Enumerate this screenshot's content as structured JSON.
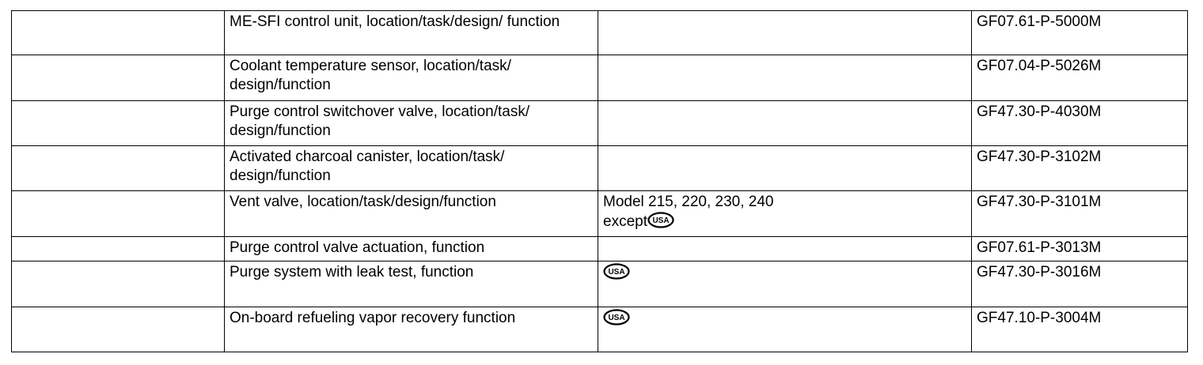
{
  "rows": [
    {
      "col1": "",
      "description": "ME-SFI control unit, location/task/design/ function",
      "note": "",
      "note_icon": null,
      "reference": "GF07.61-P-5000M"
    },
    {
      "col1": "",
      "description": "Coolant temperature sensor, location/task/ design/function",
      "note": "",
      "note_icon": null,
      "reference": "GF07.04-P-5026M"
    },
    {
      "col1": "",
      "description": "Purge control switchover valve, location/task/ design/function",
      "note": "",
      "note_icon": null,
      "reference": "GF47.30-P-4030M"
    },
    {
      "col1": "",
      "description": "Activated charcoal canister, location/task/ design/function",
      "note": "",
      "note_icon": null,
      "reference": "GF47.30-P-3102M"
    },
    {
      "col1": "",
      "description": "Vent valve, location/task/design/function",
      "note_line1": "Model 215, 220, 230, 240",
      "note_line2": "except",
      "note_icon": "usa-icon",
      "reference": "GF47.30-P-3101M"
    },
    {
      "col1": "",
      "description": "Purge control valve actuation, function",
      "note": "",
      "note_icon": null,
      "reference": "GF07.61-P-3013M"
    },
    {
      "col1": "",
      "description": "Purge system with leak test, function",
      "note": "",
      "note_icon": "usa-icon",
      "reference": "GF47.30-P-3016M"
    },
    {
      "col1": "",
      "description": "On-board refueling vapor recovery function",
      "note": "",
      "note_icon": "usa-icon",
      "reference": "GF47.10-P-3004M"
    }
  ],
  "icon_text": "USA"
}
